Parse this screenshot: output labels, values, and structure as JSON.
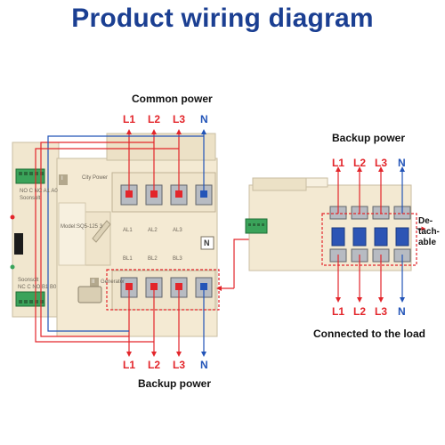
{
  "title": "Product wiring diagram",
  "labels": {
    "common_power": "Common power",
    "backup_power_right": "Backup power",
    "backup_power_bottom": "Backup power",
    "connected_to_load": "Connected to the load",
    "detachable": [
      "De-",
      "tach-",
      "able"
    ]
  },
  "terminals": [
    "L1",
    "L2",
    "L3",
    "N"
  ],
  "switch_panel": {
    "city_power": "City Power",
    "generator": "Generator",
    "brand_top": "Soonsolt",
    "brand_bottom": "Soonsolt",
    "model": "Model:SQ5-125 3",
    "top_terminals": [
      "AL1",
      "AL2",
      "AL3"
    ],
    "bottom_terminals": [
      "BL1",
      "BL2",
      "BL3"
    ],
    "neutral_mark": "N",
    "aux_top": "NO C NC A1 A0",
    "aux_bottom": "NC C NO B1 B0",
    "marker_i": "I",
    "marker_ii": "II"
  },
  "colors": {
    "title": "#1b3f92",
    "phase_wire": "#e3262b",
    "neutral_wire": "#2254b8",
    "housing": "#f1e7cf",
    "dashed_box": "#e3262b",
    "terminal_block_green": "#3aa35a"
  }
}
